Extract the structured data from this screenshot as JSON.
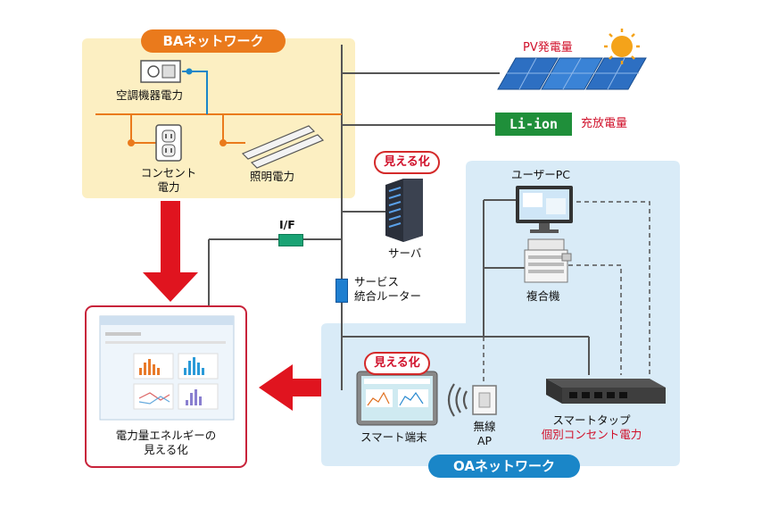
{
  "ba_network": {
    "title": "BAネットワーク",
    "items": {
      "hvac": "空調機器電力",
      "outlet_line1": "コンセント",
      "outlet_line2": "電力",
      "lighting": "照明電力"
    }
  },
  "oa_network": {
    "title": "OAネットワーク",
    "items": {
      "user_pc": "ユーザーPC",
      "mfp": "複合機",
      "smart_terminal": "スマート端末",
      "ap_line1": "無線",
      "ap_line2": "AP",
      "smart_tap": "スマートタップ",
      "smart_tap_sub": "個別コンセント電力"
    }
  },
  "pv": {
    "label": "PV発電量"
  },
  "battery": {
    "badge": "Li-ion",
    "label": "充放電量"
  },
  "server": {
    "label": "サーバ"
  },
  "interface": {
    "label": "I/F"
  },
  "router": {
    "line1": "サービス",
    "line2": "統合ルーター"
  },
  "visualization_badge": "見える化",
  "dashboard": {
    "line1": "電力量エネルギーの",
    "line2": "見える化"
  },
  "colors": {
    "ba_bg": "#fcefc2",
    "oa_bg": "#d9ebf7",
    "orange": "#ea7a1c",
    "blue": "#1a86c8",
    "red_arrow": "#e0141f",
    "line": "#555555"
  }
}
